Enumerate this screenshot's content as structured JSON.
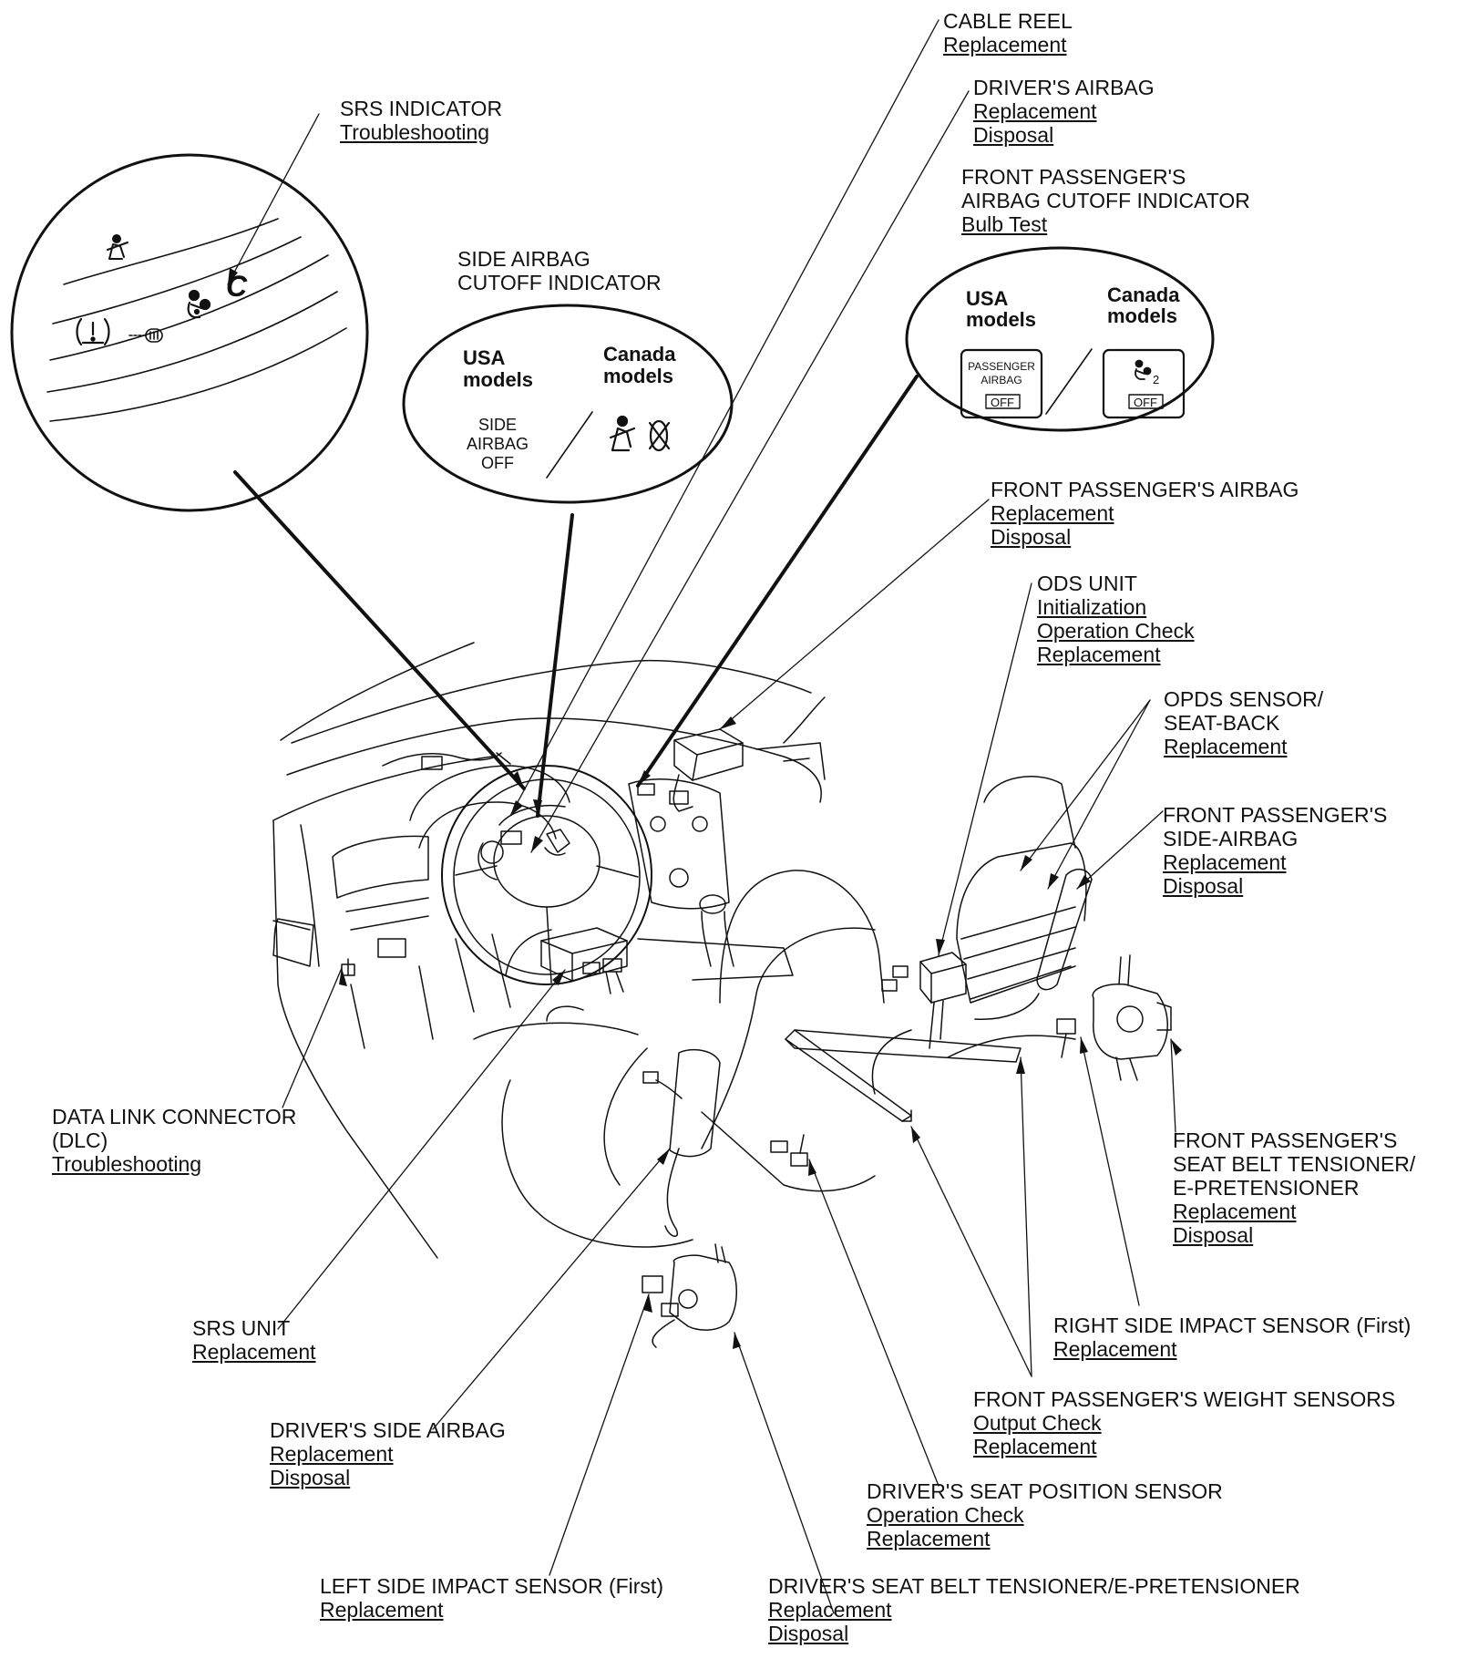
{
  "callouts": {
    "cable_reel": {
      "title": [
        "CABLE REEL"
      ],
      "links": [
        "Replacement"
      ]
    },
    "drivers_airbag": {
      "title": [
        "DRIVER'S AIRBAG"
      ],
      "links": [
        "Replacement",
        "Disposal"
      ]
    },
    "fp_cutoff_indicator": {
      "title": [
        "FRONT PASSENGER'S",
        "AIRBAG CUTOFF INDICATOR"
      ],
      "links": [
        "Bulb Test"
      ]
    },
    "srs_indicator": {
      "title": [
        "SRS INDICATOR"
      ],
      "links": [
        "Troubleshooting"
      ]
    },
    "side_cutoff_indicator": {
      "title": [
        "SIDE AIRBAG",
        "CUTOFF INDICATOR"
      ],
      "links": []
    },
    "fp_airbag": {
      "title": [
        "FRONT PASSENGER'S AIRBAG"
      ],
      "links": [
        "Replacement",
        "Disposal"
      ]
    },
    "ods_unit": {
      "title": [
        "ODS UNIT"
      ],
      "links": [
        "Initialization",
        "Operation Check",
        "Replacement"
      ]
    },
    "opds_sensor": {
      "title": [
        "OPDS SENSOR/",
        "SEAT-BACK"
      ],
      "links": [
        "Replacement"
      ]
    },
    "fp_side_airbag": {
      "title": [
        "FRONT PASSENGER'S",
        "SIDE-AIRBAG"
      ],
      "links": [
        "Replacement",
        "Disposal"
      ]
    },
    "dlc": {
      "title": [
        "DATA LINK CONNECTOR",
        "(DLC)"
      ],
      "links": [
        "Troubleshooting"
      ]
    },
    "fp_tensioner": {
      "title": [
        "FRONT PASSENGER'S",
        "SEAT BELT TENSIONER/",
        "E-PRETENSIONER"
      ],
      "links": [
        "Replacement",
        "Disposal"
      ]
    },
    "srs_unit": {
      "title": [
        "SRS UNIT"
      ],
      "links": [
        "Replacement"
      ]
    },
    "right_impact": {
      "title": [
        "RIGHT SIDE IMPACT SENSOR (First)"
      ],
      "links": [
        "Replacement"
      ]
    },
    "fp_weight": {
      "title": [
        "FRONT PASSENGER'S WEIGHT SENSORS"
      ],
      "links": [
        "Output Check",
        "Replacement"
      ]
    },
    "drivers_side_airbag": {
      "title": [
        "DRIVER'S SIDE AIRBAG"
      ],
      "links": [
        "Replacement",
        "Disposal"
      ]
    },
    "seat_position": {
      "title": [
        "DRIVER'S SEAT POSITION SENSOR"
      ],
      "links": [
        "Operation Check",
        "Replacement"
      ]
    },
    "left_impact": {
      "title": [
        "LEFT SIDE IMPACT SENSOR (First)"
      ],
      "links": [
        "Replacement"
      ]
    },
    "drivers_tensioner": {
      "title": [
        "DRIVER'S SEAT BELT TENSIONER/E-PRETENSIONER"
      ],
      "links": [
        "Replacement",
        "Disposal"
      ]
    }
  },
  "indicator_insets": {
    "side_airbag": {
      "usa_label": [
        "USA",
        "models"
      ],
      "canada_label": [
        "Canada",
        "models"
      ],
      "usa_lamp_text": [
        "SIDE",
        "AIRBAG",
        "OFF"
      ]
    },
    "passenger_airbag": {
      "usa_label": [
        "USA",
        "models"
      ],
      "canada_label": [
        "Canada",
        "models"
      ],
      "usa_lamp_text": [
        "PASSENGER",
        "AIRBAG"
      ],
      "off_text": "OFF"
    },
    "srs_cluster": {
      "srs_letter": "C"
    }
  }
}
